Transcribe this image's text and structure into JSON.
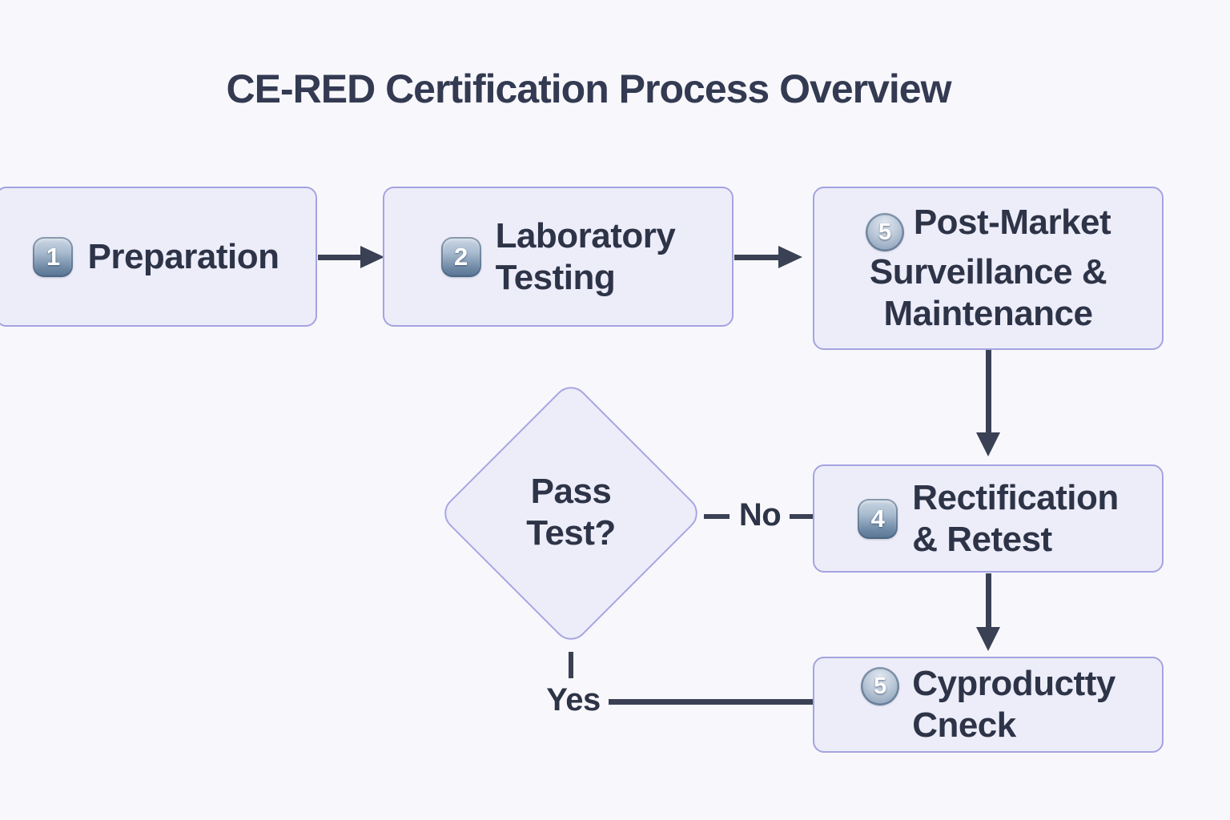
{
  "title": "CE-RED Certification Process Overview",
  "nodes": {
    "preparation": {
      "badge": "1",
      "label": "Preparation"
    },
    "laboratory_testing": {
      "badge": "2",
      "line1": "Laboratory",
      "line2": "Testing"
    },
    "post_market": {
      "badge": "5",
      "line1": "Post-Market",
      "line2": "Surveillance &",
      "line3": "Maintenance"
    },
    "pass_test": {
      "line1": "Pass",
      "line2": "Test?"
    },
    "rectification": {
      "badge": "4",
      "line1": "Rectification",
      "line2": "& Retest"
    },
    "product_check": {
      "badge": "5",
      "line1": "Cyproductty",
      "line2": "Cneck"
    }
  },
  "edges": {
    "no_label": "No",
    "yes_label": "Yes"
  },
  "colors": {
    "background": "#f8f8fc",
    "node_fill": "#ededfa",
    "node_border": "#a5a3e0",
    "text": "#2e3447",
    "arrow": "#3a4154",
    "badge_gradient_top": "#cdd8e5",
    "badge_gradient_bottom": "#587493"
  }
}
